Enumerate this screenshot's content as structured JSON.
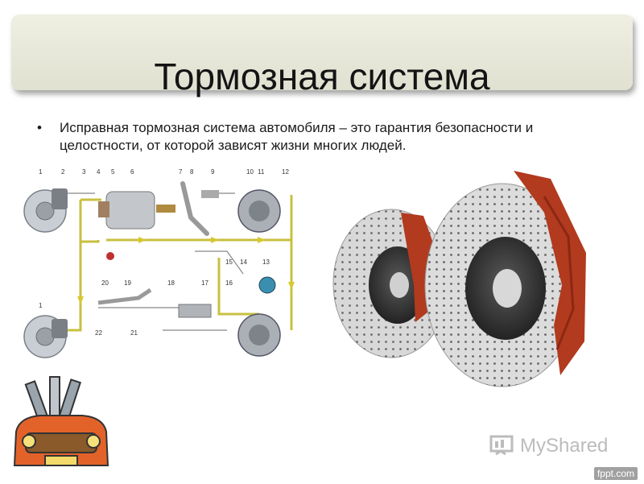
{
  "slide": {
    "title": "Тормозная система",
    "bullet": "Исправная тормозная система автомобиля – это гарантия безопасности и целостности, от которой зависят жизни многих людей."
  },
  "schematic": {
    "labels_top": [
      "1",
      "2",
      "3",
      "4",
      "5",
      "6",
      "7",
      "8",
      "9",
      "10",
      "11",
      "12"
    ],
    "labels_mid": [
      "15",
      "14",
      "13"
    ],
    "labels_bottom": [
      "20",
      "19",
      "18",
      "17",
      "16",
      "1",
      "21",
      "22"
    ]
  },
  "watermark": {
    "brand": "MyShared",
    "site": "fppt.com"
  },
  "colors": {
    "title_bg": "#e6e6d8",
    "brake_caliper": "#b23a1e",
    "pipe_line": "#c8c040",
    "text": "#1a1a1a"
  },
  "icons": [
    "mechanic-car-logo-icon",
    "presentation-screen-icon"
  ]
}
